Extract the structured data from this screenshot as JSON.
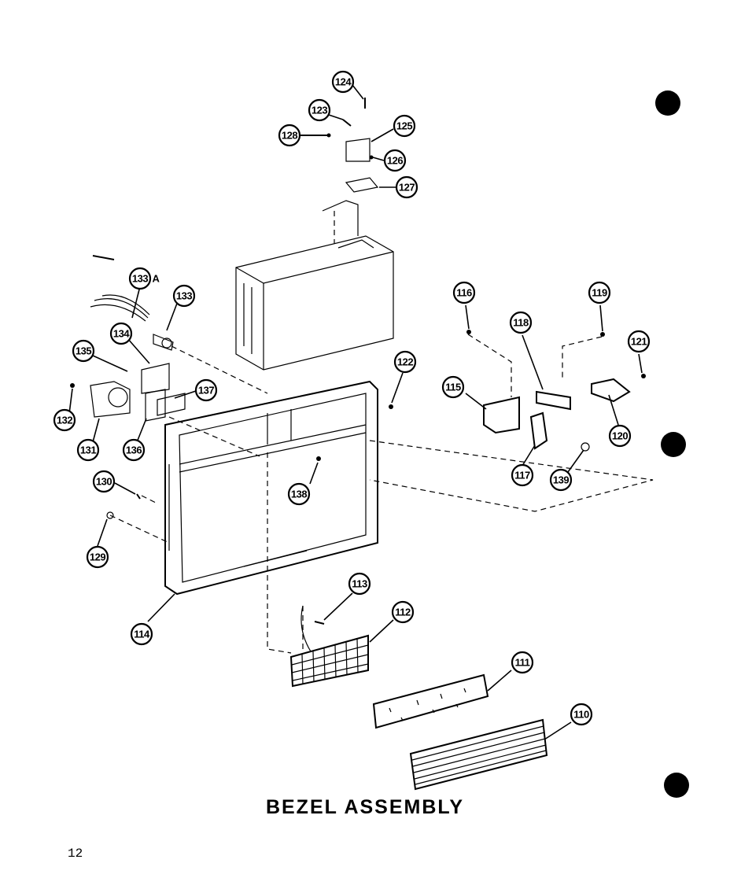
{
  "title": "BEZEL ASSEMBLY",
  "page_number": "12",
  "callouts": [
    {
      "label": "124"
    },
    {
      "label": "123"
    },
    {
      "label": "128"
    },
    {
      "label": "125"
    },
    {
      "label": "126"
    },
    {
      "label": "127"
    },
    {
      "label": "133A"
    },
    {
      "label": "133"
    },
    {
      "label": "134"
    },
    {
      "label": "135"
    },
    {
      "label": "137"
    },
    {
      "label": "132"
    },
    {
      "label": "131"
    },
    {
      "label": "136"
    },
    {
      "label": "130"
    },
    {
      "label": "129"
    },
    {
      "label": "122"
    },
    {
      "label": "138"
    },
    {
      "label": "114"
    },
    {
      "label": "113"
    },
    {
      "label": "112"
    },
    {
      "label": "111"
    },
    {
      "label": "110"
    },
    {
      "label": "116"
    },
    {
      "label": "118"
    },
    {
      "label": "119"
    },
    {
      "label": "121"
    },
    {
      "label": "115"
    },
    {
      "label": "120"
    },
    {
      "label": "117"
    },
    {
      "label": "139"
    }
  ]
}
